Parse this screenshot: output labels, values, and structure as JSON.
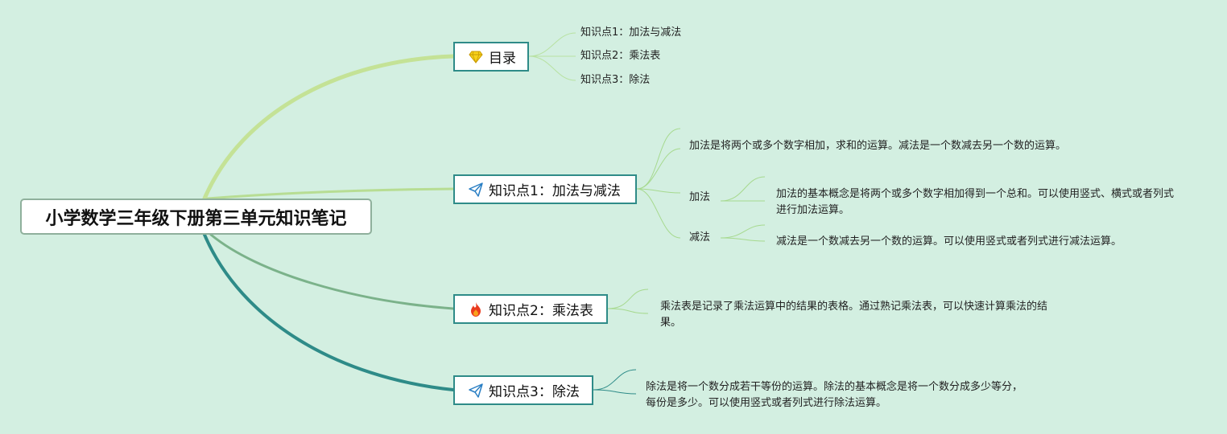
{
  "root": {
    "title": "小学数学三年级下册第三单元知识笔记"
  },
  "toc": {
    "label": "目录",
    "icon": "diamond-icon",
    "items": [
      "知识点1：加法与减法",
      "知识点2：乘法表",
      "知识点3：除法"
    ]
  },
  "topic1": {
    "label": "知识点1：加法与减法",
    "icon": "paper-plane-icon",
    "summary": "加法是将两个或多个数字相加，求和的运算。减法是一个数减去另一个数的运算。",
    "addition": {
      "label": "加法",
      "detail": "加法的基本概念是将两个或多个数字相加得到一个总和。可以使用竖式、横式或者列式进行加法运算。"
    },
    "subtraction": {
      "label": "减法",
      "detail": "减法是一个数减去另一个数的运算。可以使用竖式或者列式进行减法运算。"
    }
  },
  "topic2": {
    "label": "知识点2：乘法表",
    "icon": "fire-icon",
    "detail": "乘法表是记录了乘法运算中的结果的表格。通过熟记乘法表，可以快速计算乘法的结果。"
  },
  "topic3": {
    "label": "知识点3：除法",
    "icon": "paper-plane-icon",
    "detail": "除法是将一个数分成若干等份的运算。除法的基本概念是将一个数分成多少等分，每份是多少。可以使用竖式或者列式进行除法运算。"
  },
  "colors": {
    "background": "#d3efe1",
    "branch_toc": "#c4e296",
    "branch_topic1": "#b7dd93",
    "branch_topic2": "#7bb28a",
    "branch_topic3": "#2e8b88",
    "node_border": "#2e8b88",
    "leaf_line": "#a6d98e"
  }
}
